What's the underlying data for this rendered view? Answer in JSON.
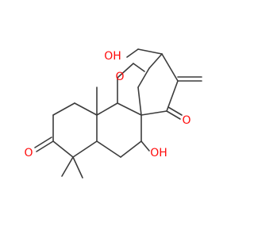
{
  "structure": {
    "atom_labels": {
      "oh_top": "OH",
      "o_bridge": "O",
      "o_ketone_right": "O",
      "o_ketone_left": "O",
      "oh_bottom": "OH"
    }
  },
  "colors": {
    "bond": "#3c3c3c",
    "heteroatom": "#ff0d0d",
    "background": "#ffffff"
  }
}
